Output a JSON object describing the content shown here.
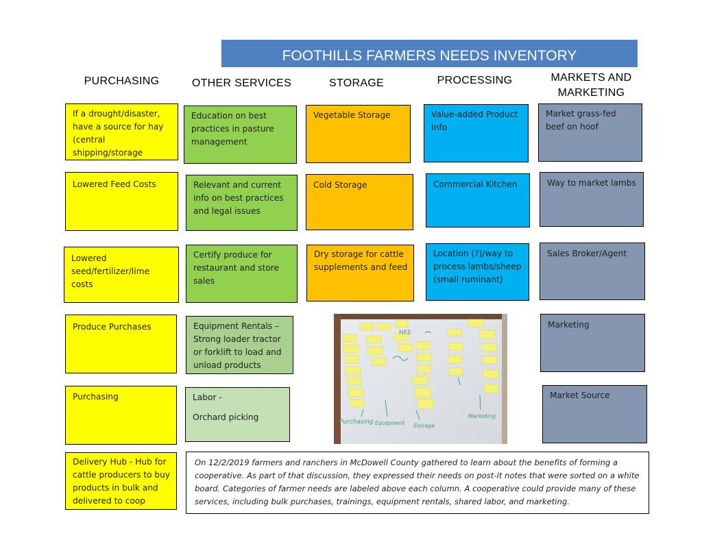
{
  "title": "FOOTHILLS FARMERS NEEDS INVENTORY",
  "columns": {
    "purchasing": {
      "header": "PURCHASING",
      "notes": [
        "If a drought/disaster, have a source for hay (central shipping/storage",
        "Lowered Feed Costs",
        "Lowered seed/fertilizer/lime costs",
        "Produce Purchases",
        "Purchasing",
        "Delivery Hub - Hub for cattle producers to buy products in bulk and delivered to coop"
      ]
    },
    "other_services": {
      "header": "OTHER SERVICES",
      "notes": [
        "Education on best practices in pasture management",
        "Relevant and current info on best practices and legal issues",
        "Certify produce for restaurant and store sales",
        "Equipment Rentals – Strong loader tractor or forklift to load and unload products",
        "Labor  -"
      ],
      "labor_detail": "Orchard picking"
    },
    "storage": {
      "header": "STORAGE",
      "notes": [
        "Vegetable Storage",
        "Cold Storage",
        "Dry storage for cattle supplements and feed"
      ]
    },
    "processing": {
      "header": "PROCESSING",
      "notes": [
        "Value-added Product Info",
        "Commercial Kitchen",
        "Location (?)/way to process lambs/sheep (small ruminant)"
      ]
    },
    "markets": {
      "header_line1": "MARKETS AND",
      "header_line2": "MARKETING",
      "notes": [
        "Market grass-fed beef on hoof",
        "Way to market lambs",
        "Sales Broker/Agent",
        "Marketing",
        "Market Source"
      ]
    }
  },
  "photo": {
    "board_labels": [
      "Purchasing",
      "Equipment",
      "Storage",
      "Marketing",
      "NEE"
    ]
  },
  "caption": "On 12/2/2019 farmers and ranchers in McDowell County gathered to learn about the benefits of forming a cooperative.  As part of that discussion, they expressed their needs on post-it notes that were sorted on a white board.  Categories of farmer needs are labeled above each column.  A cooperative could provide many of these services, including bulk purchases, trainings, equipment rentals, shared labor, and marketing.",
  "colors": {
    "banner": "#4f81c0",
    "purchasing": "#ffff00",
    "other_services": "#92d050",
    "storage": "#ffc000",
    "processing": "#00b0f0",
    "markets": "#8496b0"
  }
}
